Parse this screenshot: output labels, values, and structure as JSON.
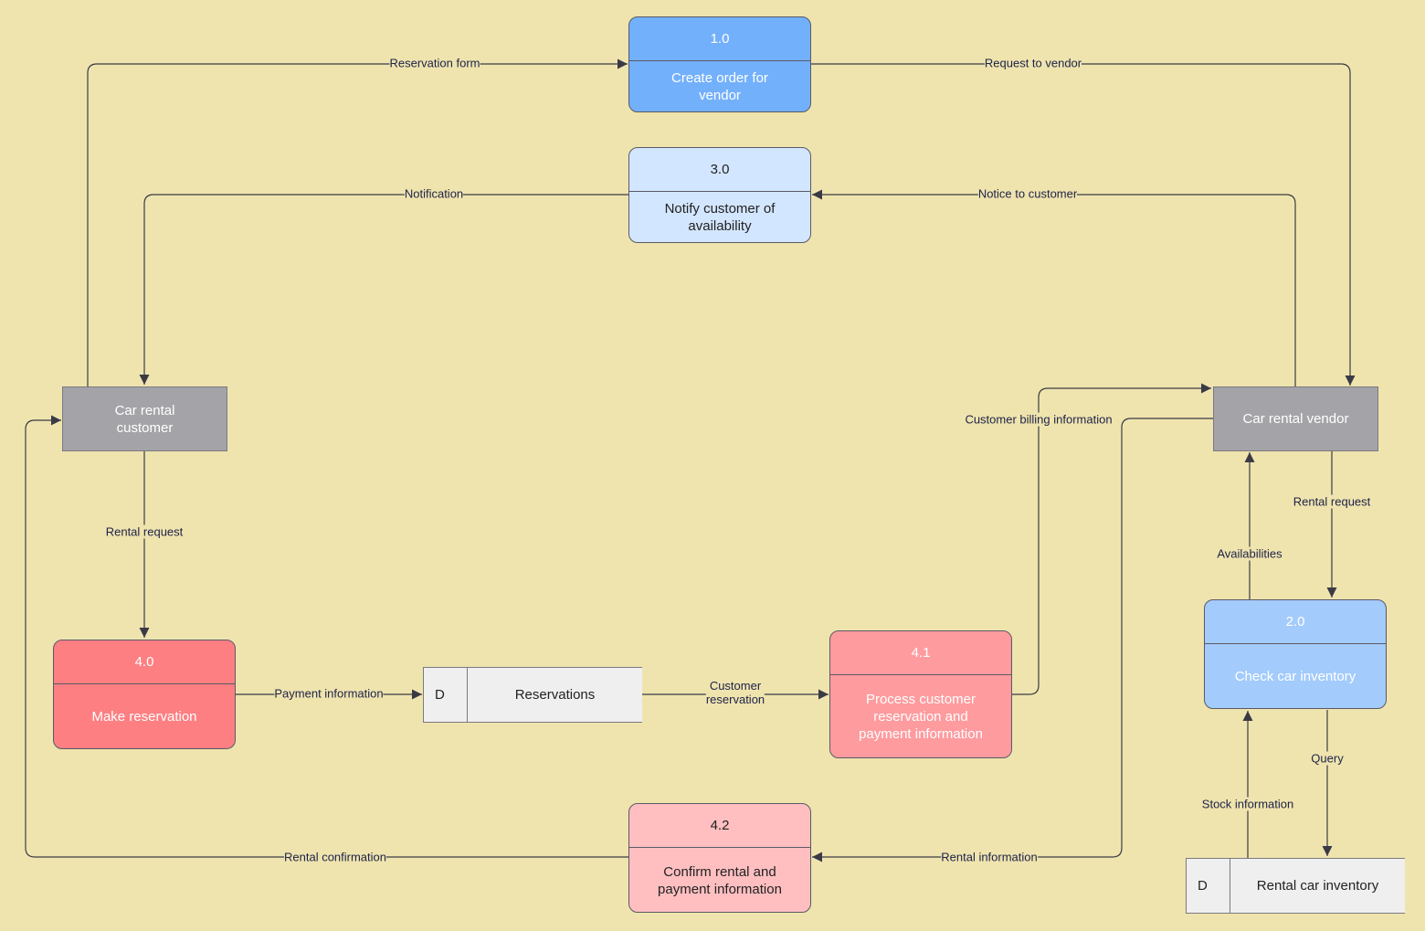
{
  "processes": [
    {
      "id": "p1",
      "number": "1.0",
      "title": "Create order for vendor",
      "fill": "#73b0fb",
      "text": "#ffffff"
    },
    {
      "id": "p3",
      "number": "3.0",
      "title": "Notify customer of availability",
      "fill": "#d3e6ff",
      "text": "#222222"
    },
    {
      "id": "p2",
      "number": "2.0",
      "title": "Check car inventory",
      "fill": "#a3cbfb",
      "text": "#ffffff"
    },
    {
      "id": "p40",
      "number": "4.0",
      "title": "Make reservation",
      "fill": "#fd7f82",
      "text": "#ffffff"
    },
    {
      "id": "p41",
      "number": "4.1",
      "title": "Process customer reservation and payment information",
      "fill": "#fe9b9e",
      "text": "#ffffff"
    },
    {
      "id": "p42",
      "number": "4.2",
      "title": "Confirm rental and payment information",
      "fill": "#ffbfc1",
      "text": "#222222"
    }
  ],
  "entities": {
    "customer": "Car rental customer",
    "vendor": "Car rental vendor"
  },
  "stores": [
    {
      "id": "s1",
      "letter": "D",
      "name": "Reservations"
    },
    {
      "id": "s2",
      "letter": "D",
      "name": "Rental car inventory"
    }
  ],
  "flows": {
    "reservation_form": "Reservation form",
    "request_to_vendor": "Request to vendor",
    "notification": "Notification",
    "notice_to_customer": "Notice to customer",
    "customer_billing_information": "Customer billing information",
    "rental_request_customer": "Rental request",
    "rental_request_vendor": "Rental request",
    "availabilities": "Availabilities",
    "payment_information": "Payment information",
    "customer_reservation": "Customer\nreservation",
    "query": "Query",
    "stock_information": "Stock information",
    "rental_confirmation": "Rental confirmation",
    "rental_information": "Rental information"
  },
  "colors": {
    "background": "#efe4ae",
    "line": "#3a3a46",
    "entity": "#a4a4a8"
  }
}
